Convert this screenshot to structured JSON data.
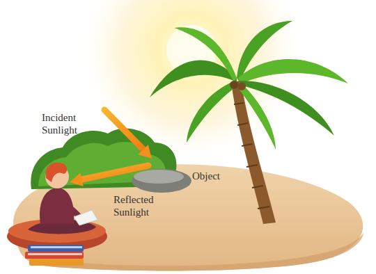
{
  "diagram": {
    "labels": [
      "Incident Sunlight",
      "Object",
      "Reflected Sunlight"
    ]
  }
}
